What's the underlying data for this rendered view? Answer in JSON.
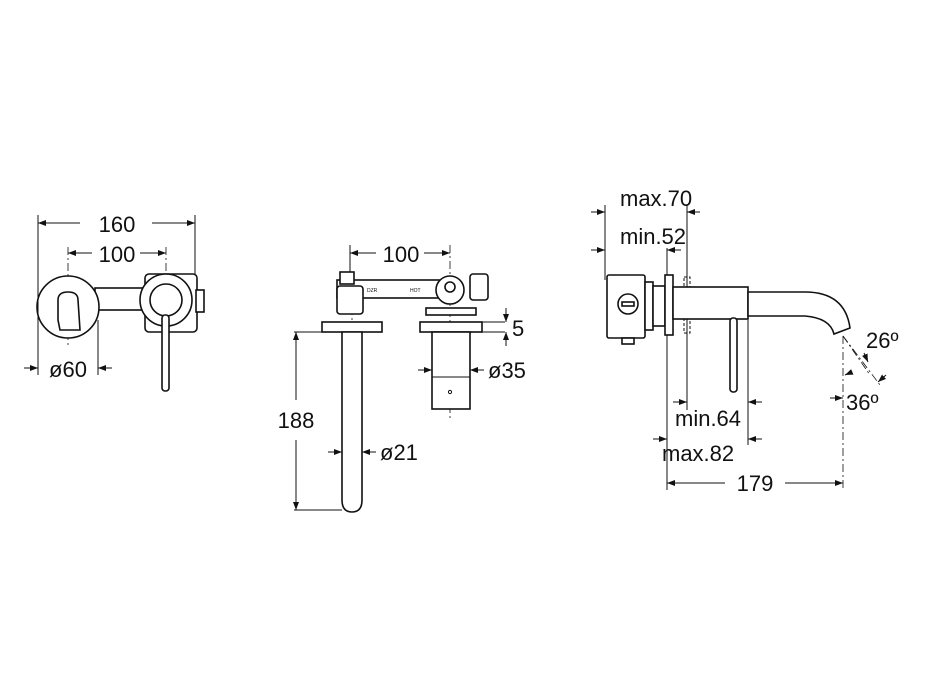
{
  "front_view": {
    "width_overall": "160",
    "centers": "100",
    "diameter_plate": "ø60"
  },
  "top_view": {
    "centers": "100",
    "spout_length": "188",
    "spout_diameter": "ø21",
    "body_diameter": "ø35",
    "flange_thickness": "5",
    "markings": {
      "left": "DZR",
      "hot": "HOT"
    }
  },
  "side_view": {
    "max_depth": "max.70",
    "min_depth": "min.52",
    "min_projection": "min.64",
    "max_projection": "max.82",
    "total_projection": "179",
    "angle_inner": "26º",
    "angle_outer": "36º"
  }
}
